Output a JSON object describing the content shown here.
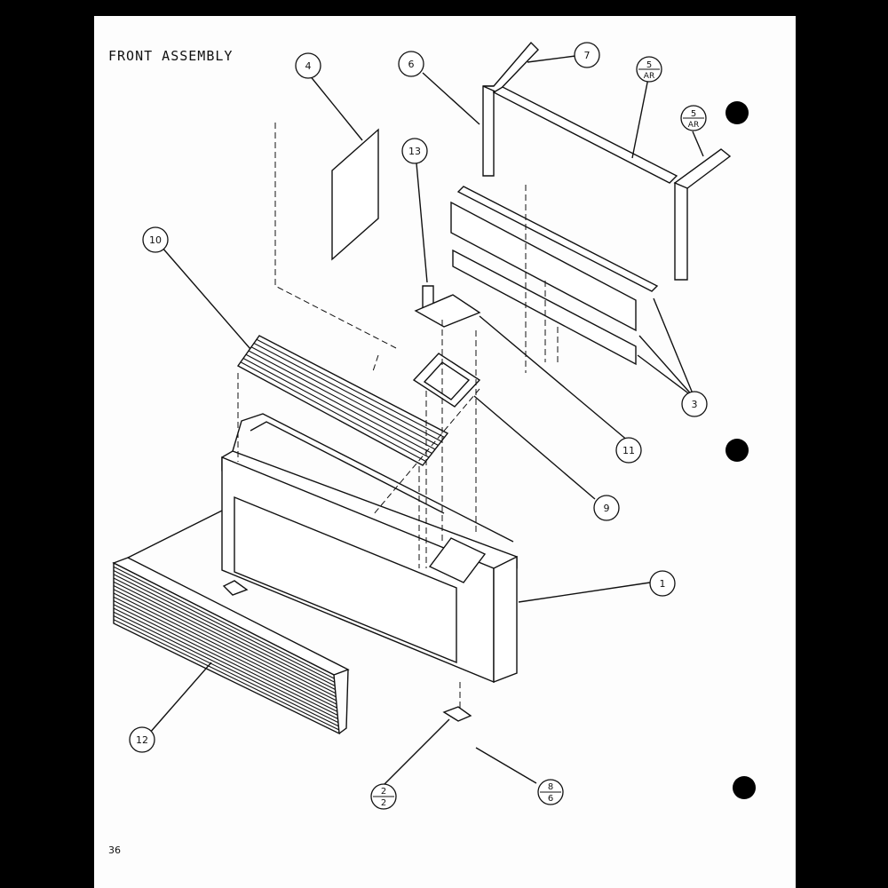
{
  "title": "FRONT ASSEMBLY",
  "page_number": "36",
  "callouts": [
    {
      "id": "1",
      "label": "1"
    },
    {
      "id": "3",
      "label": "3"
    },
    {
      "id": "4",
      "label": "4"
    },
    {
      "id": "6",
      "label": "6"
    },
    {
      "id": "7",
      "label": "7"
    },
    {
      "id": "9",
      "label": "9"
    },
    {
      "id": "10",
      "label": "10"
    },
    {
      "id": "11",
      "label": "11"
    },
    {
      "id": "12",
      "label": "12"
    },
    {
      "id": "13",
      "label": "13"
    }
  ],
  "fraction_callouts": [
    {
      "id": "5ar-a",
      "top": "5",
      "bottom": "AR"
    },
    {
      "id": "5ar-b",
      "top": "5",
      "bottom": "AR"
    },
    {
      "id": "2-2",
      "top": "2",
      "bottom": "2"
    },
    {
      "id": "8-6",
      "top": "8",
      "bottom": "6"
    }
  ],
  "colors": {
    "ink": "#111111",
    "paper": "#fdfdfd",
    "scan_border": "#000000"
  }
}
